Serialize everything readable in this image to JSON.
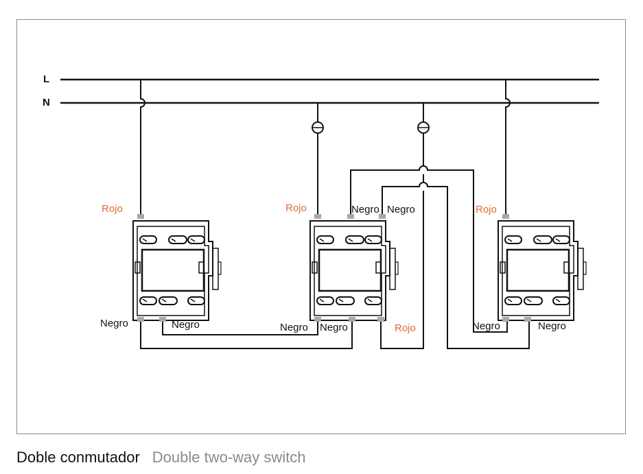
{
  "bus": {
    "line": "L",
    "neutral": "N"
  },
  "switches": [
    {
      "top_left": "Rojo",
      "bottom_left": "Negro",
      "bottom_right": "Negro"
    },
    {
      "top_left": "Rojo",
      "top_mid": "Negro",
      "top_right": "Negro",
      "bottom_left": "Negro",
      "bottom_mid": "Negro",
      "bottom_right": "Rojo"
    },
    {
      "top_left": "Rojo",
      "bottom_left": "Negro",
      "bottom_right": "Negro"
    }
  ],
  "caption": {
    "es": "Doble conmutador",
    "en": "Double two-way switch"
  },
  "colors": {
    "wire": "#111111",
    "red_label": "#e06a35",
    "frame": "#8a8a8a",
    "terminal": "#a8a8a8"
  }
}
